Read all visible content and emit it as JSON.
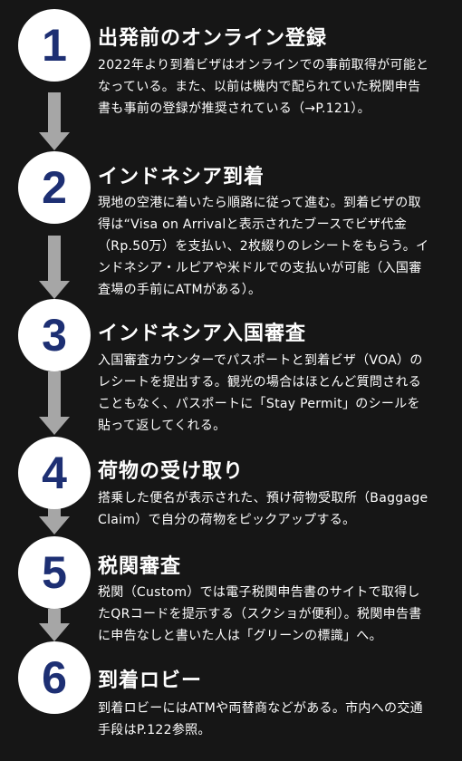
{
  "steps": [
    {
      "number": "1",
      "title": "出発前のオンライン登録",
      "body": "2022年より到着ビザはオンラインでの事前取得が可能となっている。また、以前は機内で配られていた税関申告書も事前の登録が推奨されている（→P.121）。"
    },
    {
      "number": "2",
      "title": "インドネシア到着",
      "body": "現地の空港に着いたら順路に従って進む。到着ビザの取得は“Visa on Arrivalと表示されたブースでビザ代金（Rp.50万）を支払い、2枚綴りのレシートをもらう。インドネシア・ルピアや米ドルでの支払いが可能（入国審査場の手前にATMがある）。"
    },
    {
      "number": "3",
      "title": "インドネシア入国審査",
      "body": "入国審査カウンターでパスポートと到着ビザ（VOA）のレシートを提出する。観光の場合はほとんど質問されることもなく、パスポートに「Stay Permit」のシールを貼って返してくれる。"
    },
    {
      "number": "4",
      "title": "荷物の受け取り",
      "body": "搭乗した便名が表示された、預け荷物受取所（Baggage Claim）で自分の荷物をピックアップする。"
    },
    {
      "number": "5",
      "title": "税関審査",
      "body": "税関（Custom）では電子税関申告書のサイトで取得したQRコードを提示する（スクショが便利）。税関申告書に申告なしと書いた人は「グリーンの標識」へ。"
    },
    {
      "number": "6",
      "title": "到着ロビー",
      "body": "到着ロビーにはATMや両替商などがある。市内への交通手段はP.122参照。"
    }
  ],
  "colors": {
    "background": "#161616",
    "circle": "#ffffff",
    "number": "#1d2f73",
    "arrow": "#a6a6a6",
    "text": "#ffffff"
  }
}
